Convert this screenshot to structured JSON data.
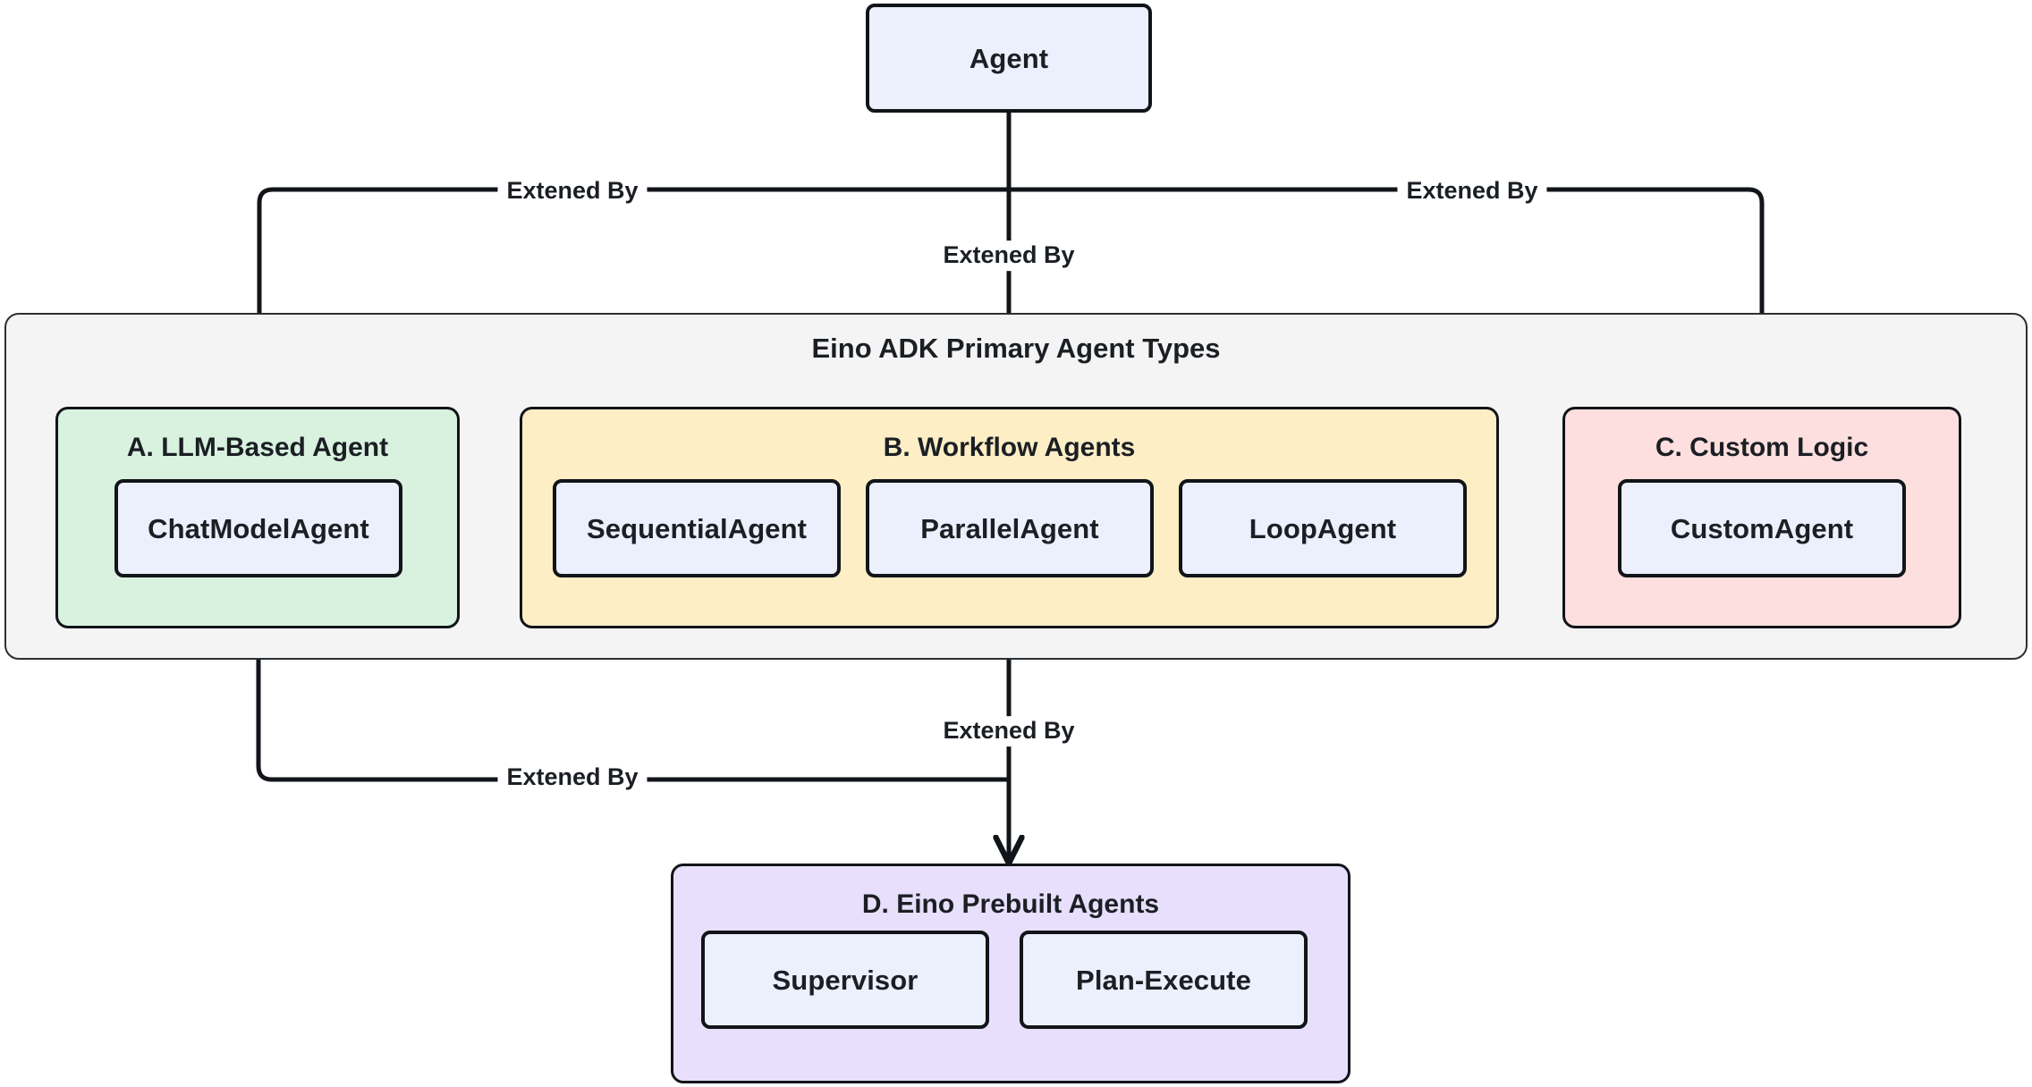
{
  "diagram": {
    "title_visible": false,
    "root": {
      "id": "agent",
      "label": "Agent"
    },
    "outer_cluster": {
      "id": "eino-adk-primary-agent-types",
      "label": "Eino ADK Primary Agent Types"
    },
    "clusters": [
      {
        "id": "llm-based-agent",
        "label": "A. LLM-Based Agent",
        "color": "#d8f2df",
        "nodes": [
          {
            "id": "chatmodelagent",
            "label": "ChatModelAgent"
          }
        ]
      },
      {
        "id": "workflow-agents",
        "label": "B. Workflow Agents",
        "color": "#fdeec6",
        "nodes": [
          {
            "id": "sequentialagent",
            "label": "SequentialAgent"
          },
          {
            "id": "parallelagent",
            "label": "ParallelAgent"
          },
          {
            "id": "loopagent",
            "label": "LoopAgent"
          }
        ]
      },
      {
        "id": "custom-logic",
        "label": "C. Custom Logic",
        "color": "#fcdfde",
        "nodes": [
          {
            "id": "customagent",
            "label": "CustomAgent"
          }
        ]
      },
      {
        "id": "eino-prebuilt-agents",
        "label": "D. Eino Prebuilt Agents",
        "color": "#e7dffb",
        "nodes": [
          {
            "id": "supervisor",
            "label": "Supervisor"
          },
          {
            "id": "plan-execute",
            "label": "Plan-Execute"
          }
        ]
      }
    ],
    "edges": [
      {
        "id": "agent-to-llm-based",
        "from": "agent",
        "to": "llm-based-agent",
        "label": "Extened By"
      },
      {
        "id": "agent-to-workflow",
        "from": "agent",
        "to": "workflow-agents",
        "label": "Extened By"
      },
      {
        "id": "agent-to-custom-logic",
        "from": "agent",
        "to": "custom-logic",
        "label": "Extened By"
      },
      {
        "id": "llm-to-prebuilt",
        "from": "llm-based-agent",
        "to": "eino-prebuilt-agents",
        "label": "Extened By"
      },
      {
        "id": "workflow-to-prebuilt",
        "from": "workflow-agents",
        "to": "eino-prebuilt-agents",
        "label": "Extened By"
      }
    ],
    "colors": {
      "node_fill": "#eceffc",
      "node_stroke": "#111418",
      "outer_fill": "#f4f4f4",
      "edge_stroke": "#111418",
      "text": "#1b1f24",
      "background": "#ffffff"
    }
  }
}
